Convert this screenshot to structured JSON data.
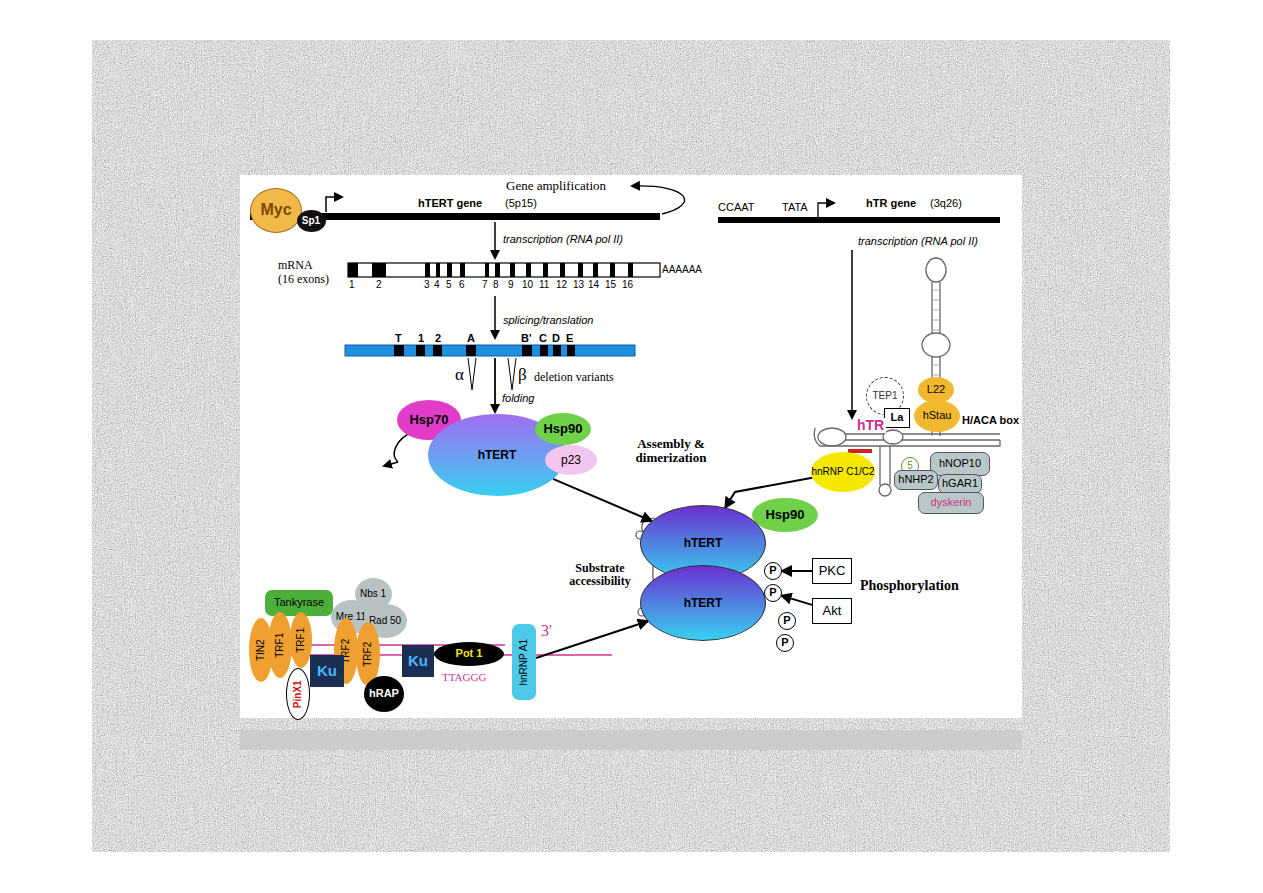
{
  "diagram": {
    "nodes": [
      {
        "text": [
          "Myc"
        ]
      },
      {
        "text": [
          "Sp1"
        ]
      },
      {
        "text": [
          "Hsp70"
        ]
      },
      {
        "text": [
          "hTERT"
        ]
      },
      {
        "text": [
          "Hsp90"
        ]
      },
      {
        "text": [
          "p23"
        ]
      },
      {
        "text": [
          "TEP1"
        ]
      },
      {
        "text": [
          "L22"
        ]
      },
      {
        "text": [
          "hStau"
        ]
      },
      {
        "text": [
          "La"
        ]
      },
      {
        "text": [
          "hnRNP C1/C2"
        ]
      },
      {
        "text": [
          "5"
        ]
      },
      {
        "text": [
          "hNOP10"
        ]
      },
      {
        "text": [
          "hNHP2"
        ]
      },
      {
        "text": [
          "hGAR1"
        ]
      },
      {
        "text": [
          "dyskerin"
        ]
      },
      {
        "text": [
          "Hsp90"
        ]
      },
      {
        "text": [
          "hTERT"
        ]
      },
      {
        "text": [
          "hTERT"
        ]
      },
      {
        "text": [
          "P"
        ]
      },
      {
        "text": [
          "P"
        ]
      },
      {
        "text": [
          "P"
        ]
      },
      {
        "text": [
          "P"
        ]
      },
      {
        "text": [
          "PKC"
        ]
      },
      {
        "text": [
          "Akt"
        ]
      },
      {
        "text": [
          "Tankyrase"
        ]
      },
      {
        "text": [
          "Nbs 1"
        ]
      },
      {
        "text": [
          "Mre 11"
        ]
      },
      {
        "text": [
          "Rad 50"
        ]
      },
      {
        "text": [
          "TIN2"
        ]
      },
      {
        "text": [
          "TRF1"
        ]
      },
      {
        "text": [
          "TRF1"
        ]
      },
      {
        "text": [
          "TRF2"
        ]
      },
      {
        "text": [
          "TRF2"
        ]
      },
      {
        "text": [
          "PinX1"
        ]
      },
      {
        "text": [
          "Ku"
        ]
      },
      {
        "text": [
          "Ku"
        ]
      },
      {
        "text": [
          "hRAP"
        ]
      },
      {
        "text": [
          "Pot 1"
        ]
      },
      {
        "text": [
          "hnRNP A1"
        ]
      }
    ],
    "edges": [
      {
        "from": 3,
        "to": 17,
        "arrow": "to"
      },
      {
        "from": 10,
        "to": 17,
        "arrow": "to"
      },
      {
        "from": 39,
        "to": 18,
        "arrow": "to"
      },
      {
        "from": 23,
        "to": 19,
        "arrow": "to"
      },
      {
        "from": 24,
        "to": 20,
        "arrow": "to"
      }
    ],
    "labels": [
      "Gene amplification",
      "hTERT gene",
      "(5p15)",
      "transcription (RNA pol II)",
      "mRNA",
      "(16 exons)",
      "1",
      "2",
      "3",
      "4",
      "5",
      "6",
      "7",
      "8",
      "9",
      "10",
      "11",
      "12",
      "13",
      "14",
      "15",
      "16",
      "AAAAAA",
      "splicing/translation",
      "T",
      "1",
      "2",
      "A",
      "B'",
      "C",
      "D",
      "E",
      "α",
      "β",
      "deletion variants",
      "folding",
      "Assembly & dimerization",
      "CCAAT",
      "TATA",
      "hTR gene",
      "(3q26)",
      "transcription (RNA pol II)",
      "hTR",
      "H/ACA box",
      "Phosphorylation",
      "Substrate accessibility",
      "TTAGGG",
      "3'"
    ]
  }
}
